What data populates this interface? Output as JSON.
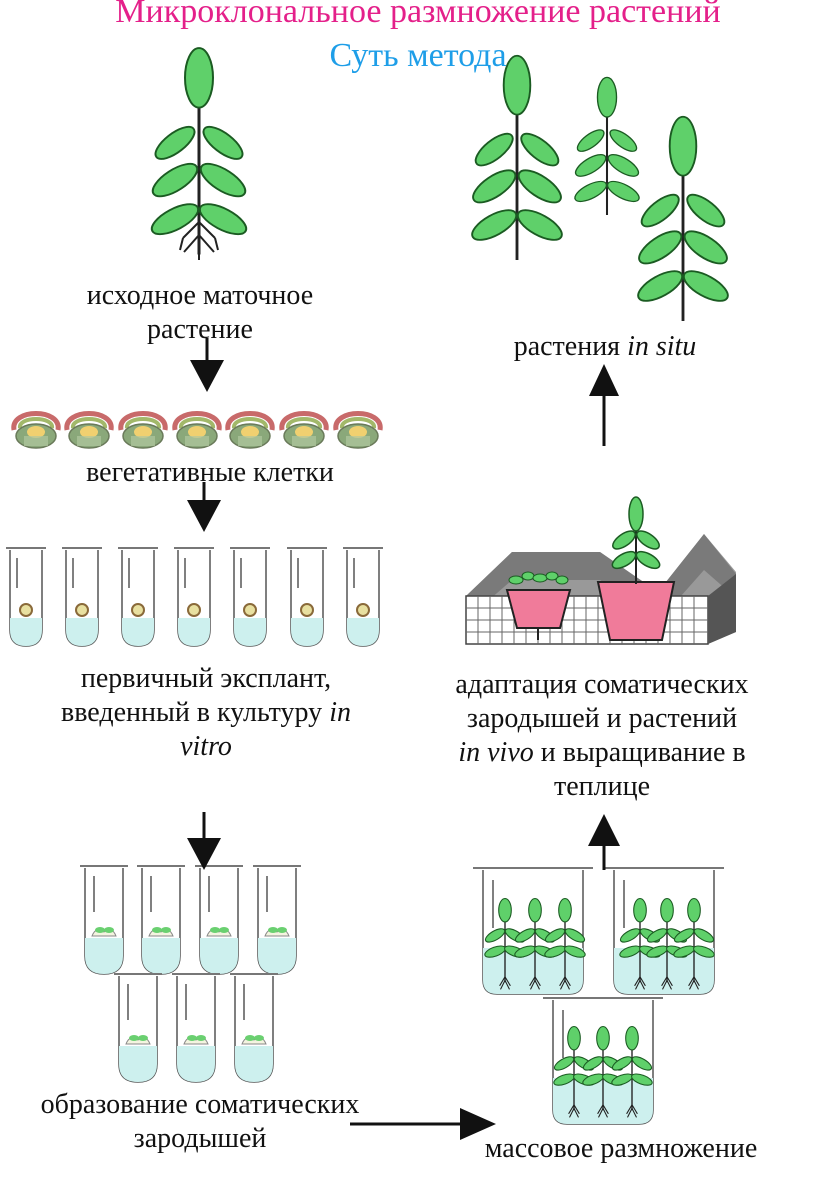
{
  "title": "Микроклональное размножение растений",
  "subtitle": "Суть метода",
  "stages": {
    "mother": {
      "line1": "исходное маточное",
      "line2": "растение"
    },
    "cells": {
      "text": "вегетативные клетки"
    },
    "explant": {
      "line1": "первичный эксплант,",
      "line2a": "введенный в культуру ",
      "line2b": "in",
      "line3": "vitro"
    },
    "embryos": {
      "line1": "образование соматических",
      "line2": "зародышей"
    },
    "mass": {
      "text": "массовое размножение"
    },
    "adapt": {
      "line1": "адаптация соматических",
      "line2": "зародышей и растений",
      "line3a": "in vivo",
      "line3b": " и выращивание в",
      "line4": "теплице"
    },
    "insitu": {
      "a": "растения ",
      "b": "in situ"
    }
  },
  "colors": {
    "title": "#e4208a",
    "subtitle": "#1e9ee8",
    "leaf": "#5fd06a",
    "tube": "#d6f3f2",
    "pot": "#f07b9a"
  },
  "icons": [
    "plant-icon",
    "cell-icon",
    "test-tube-icon",
    "beaker-icon",
    "greenhouse-icon",
    "arrow-icon"
  ]
}
